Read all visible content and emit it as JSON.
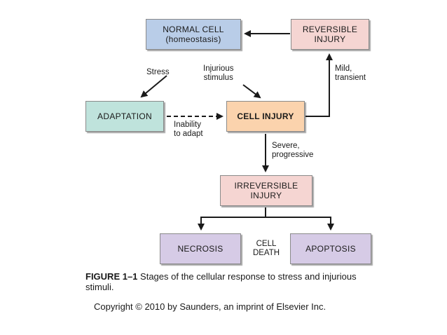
{
  "nodes": {
    "normal_cell": [
      "NORMAL CELL",
      "(homeostasis)"
    ],
    "reversible_injury": [
      "REVERSIBLE",
      "INJURY"
    ],
    "adaptation": [
      "ADAPTATION"
    ],
    "cell_injury": [
      "CELL INJURY"
    ],
    "irreversible_injury": [
      "IRREVERSIBLE",
      "INJURY"
    ],
    "necrosis": [
      "NECROSIS"
    ],
    "apoptosis": [
      "APOPTOSIS"
    ]
  },
  "edge_labels": {
    "stress": [
      "Stress"
    ],
    "injurious_stimulus": [
      "Injurious",
      "stimulus"
    ],
    "mild_transient": [
      "Mild,",
      "transient"
    ],
    "inability_to_adapt": [
      "Inability",
      "to adapt"
    ],
    "severe_progressive": [
      "Severe,",
      "progressive"
    ],
    "cell_death": [
      "CELL",
      "DEATH"
    ]
  },
  "caption": {
    "figure_label": "FIGURE 1–1",
    "text": " Stages of the cellular response to stress and injurious stimuli."
  },
  "copyright": "Copyright © 2010 by Saunders, an imprint of Elsevier Inc.",
  "colors": {
    "normal_cell": "#b9cde8",
    "reversible_injury": "#f5d5d2",
    "adaptation": "#bfe3dc",
    "cell_injury": "#fbd3ad",
    "irreversible_injury": "#f5d5d2",
    "cell_death": "#d6cbe6"
  }
}
